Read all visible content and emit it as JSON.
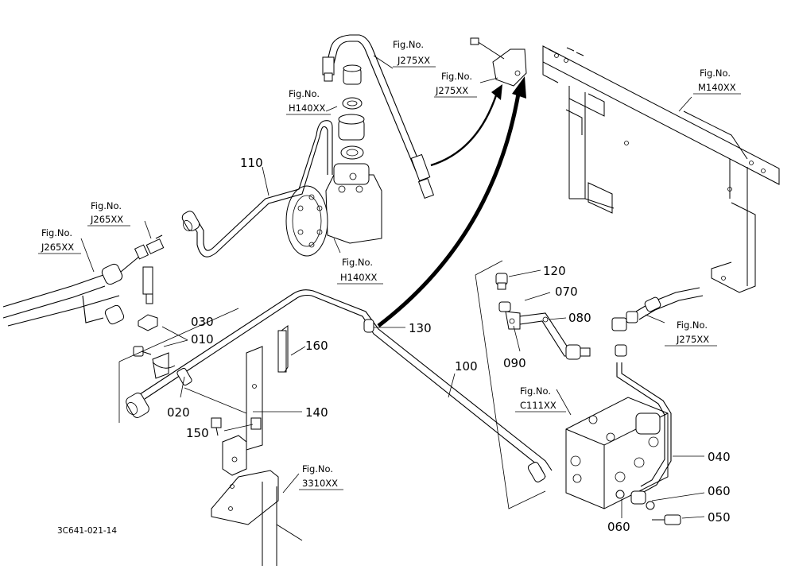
{
  "diagram_code": "3C641-021-14",
  "parts": {
    "p010": "010",
    "p020": "020",
    "p030": "030",
    "p040": "040",
    "p050": "050",
    "p060a": "060",
    "p060b": "060",
    "p070": "070",
    "p080": "080",
    "p090": "090",
    "p100": "100",
    "p110": "110",
    "p120": "120",
    "p130": "130",
    "p140": "140",
    "p150": "150",
    "p160": "160"
  },
  "refs": {
    "j275_top": {
      "label": "Fig.No.",
      "code": "J275XX"
    },
    "j275_mid": {
      "label": "Fig.No.",
      "code": "J275XX"
    },
    "m140": {
      "label": "Fig.No.",
      "code": "M140XX"
    },
    "h140_top": {
      "label": "Fig.No.",
      "code": "H140XX"
    },
    "h140_bottom": {
      "label": "Fig.No.",
      "code": "H140XX"
    },
    "j265_inner": {
      "label": "Fig.No.",
      "code": "J265XX"
    },
    "j265_outer": {
      "label": "Fig.No.",
      "code": "J265XX"
    },
    "j275_right": {
      "label": "Fig.No.",
      "code": "J275XX"
    },
    "c111": {
      "label": "Fig.No.",
      "code": "C111XX"
    },
    "s3310": {
      "label": "Fig.No.",
      "code": "3310XX"
    }
  }
}
